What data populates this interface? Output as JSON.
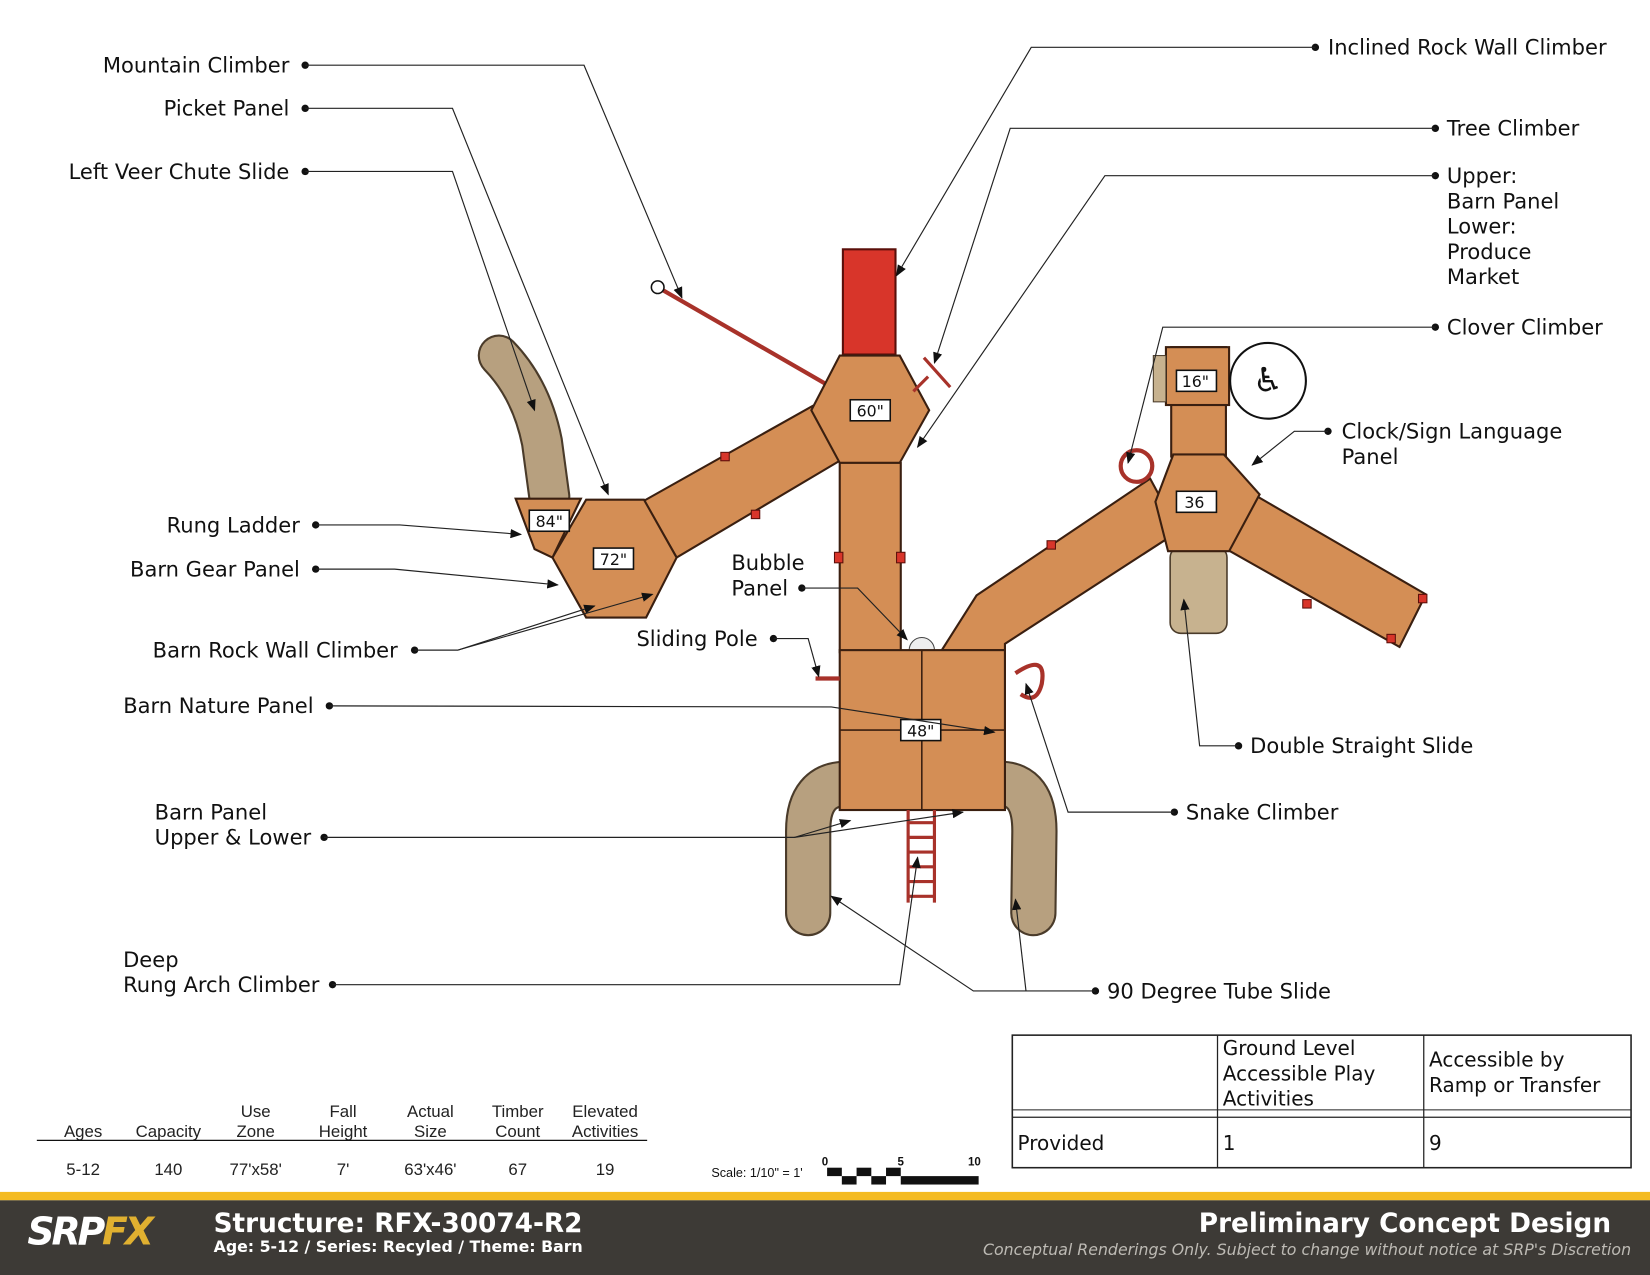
{
  "labels": {
    "mountain_climber": "Mountain Climber",
    "picket_panel": "Picket Panel",
    "left_veer_chute_slide": "Left Veer Chute Slide",
    "rung_ladder": "Rung Ladder",
    "barn_gear_panel": "Barn Gear Panel",
    "barn_rock_wall_climber": "Barn Rock Wall Climber",
    "barn_nature_panel": "Barn Nature Panel",
    "barn_panel_line1": "Barn Panel",
    "barn_panel_line2": "Upper & Lower",
    "deep_rung_line1": "Deep",
    "deep_rung_line2": "Rung Arch Climber",
    "inclined_rock_wall_climber": "Inclined Rock Wall Climber",
    "tree_climber": "Tree Climber",
    "upper_lower_lines": [
      "Upper:",
      "Barn Panel",
      "Lower:",
      "Produce",
      "Market"
    ],
    "clover_climber": "Clover Climber",
    "clock_line1": "Clock/Sign Language",
    "clock_line2": "Panel",
    "double_straight_slide": "Double Straight Slide",
    "snake_climber": "Snake Climber",
    "tube_slide": "90 Degree Tube Slide",
    "bubble_line1": "Bubble",
    "bubble_line2": "Panel",
    "sliding_pole": "Sliding Pole"
  },
  "deck_heights": {
    "d60": "60\"",
    "d72": "72\"",
    "d84": "84\"",
    "d48": "48\"",
    "d36": "36",
    "d16": "16\""
  },
  "stats": {
    "headers": [
      [
        "",
        "Ages"
      ],
      [
        "",
        "Capacity"
      ],
      [
        "Use",
        "Zone"
      ],
      [
        "Fall",
        "Height"
      ],
      [
        "Actual",
        "Size"
      ],
      [
        "Timber",
        "Count"
      ],
      [
        "Elevated",
        "Activities"
      ]
    ],
    "values": [
      "5-12",
      "140",
      "77'x58'",
      "7'",
      "63'x46'",
      "67",
      "19"
    ]
  },
  "scale": {
    "label": "Scale: 1/10\" = 1'",
    "ticks": [
      "0",
      "5",
      "10"
    ]
  },
  "access_table": {
    "headers": [
      "",
      [
        "Ground Level",
        "Accessible Play",
        "Activities"
      ],
      [
        "Accessible by",
        "Ramp or Transfer"
      ]
    ],
    "row": [
      "Provided",
      "1",
      "9"
    ]
  },
  "footer": {
    "logo": "SRPFX",
    "structure": "Structure: RFX-30074-R2",
    "subtitle": "Age: 5-12 / Series: Recyled / Theme: Barn",
    "title": "Preliminary Concept Design",
    "disclaimer": "Conceptual Renderings Only. Subject to change without notice at SRP's Discretion"
  },
  "colors": {
    "deck": "#d48e55",
    "climber_red": "#d8352a",
    "slide_tan": "#b7a07f",
    "footer_bg": "#3d3a36",
    "footer_accent": "#f4bb22"
  }
}
